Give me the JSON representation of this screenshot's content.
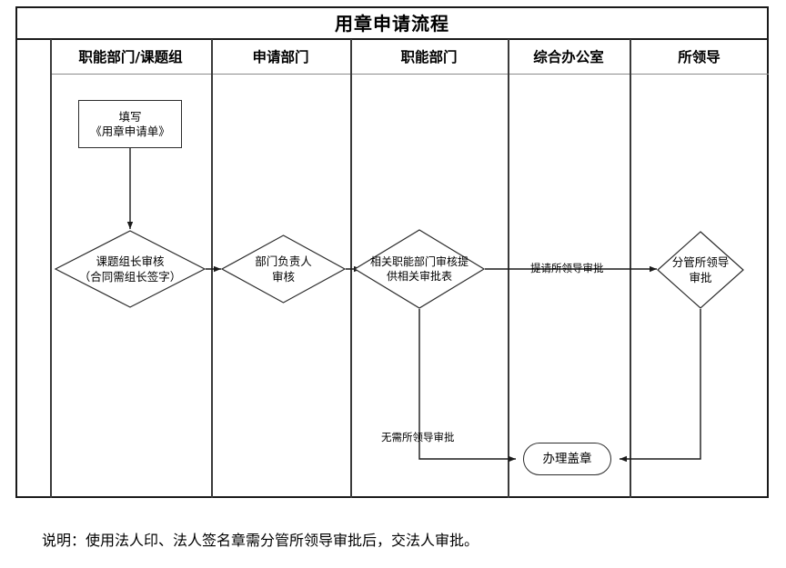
{
  "title": "用章申请流程",
  "columns": [
    {
      "key": "blank",
      "label": ""
    },
    {
      "key": "dept_group",
      "label": "职能部门/课题组"
    },
    {
      "key": "apply_dept",
      "label": "申请部门"
    },
    {
      "key": "func_dept",
      "label": "职能部门"
    },
    {
      "key": "general_office",
      "label": "综合办公室"
    },
    {
      "key": "institute_leader",
      "label": "所领导"
    }
  ],
  "nodes": {
    "fill_form": {
      "label": "填写\n《用章申请单》",
      "shape": "rectangle",
      "lane": "职能部门/课题组"
    },
    "group_leader_review": {
      "label": "课题组长审核\n（合同需组长签字）",
      "shape": "diamond",
      "lane": "职能部门/课题组"
    },
    "dept_head_review": {
      "label": "部门负责人\n审核",
      "shape": "diamond",
      "lane": "申请部门"
    },
    "func_dept_review": {
      "label": "相关职能部门审核提\n供相关审批表",
      "shape": "diamond",
      "lane": "职能部门"
    },
    "leader_approval": {
      "label": "分管所领导\n审批",
      "shape": "diamond",
      "lane": "所领导"
    },
    "apply_seal": {
      "label": "办理盖章",
      "shape": "rounded",
      "lane": "综合办公室"
    }
  },
  "edge_labels": {
    "request_leader_approval": "提请所领导审批",
    "no_leader_approval_needed": "无需所领导审批"
  },
  "footer": "说明：使用法人印、法人签名章需分管所领导审批后，交法人审批。",
  "colors": {
    "border": "#1a1a1a",
    "divider": "#3a3a3a",
    "shape_stroke": "#2b2b2b",
    "background": "#ffffff",
    "text": "#000000"
  }
}
